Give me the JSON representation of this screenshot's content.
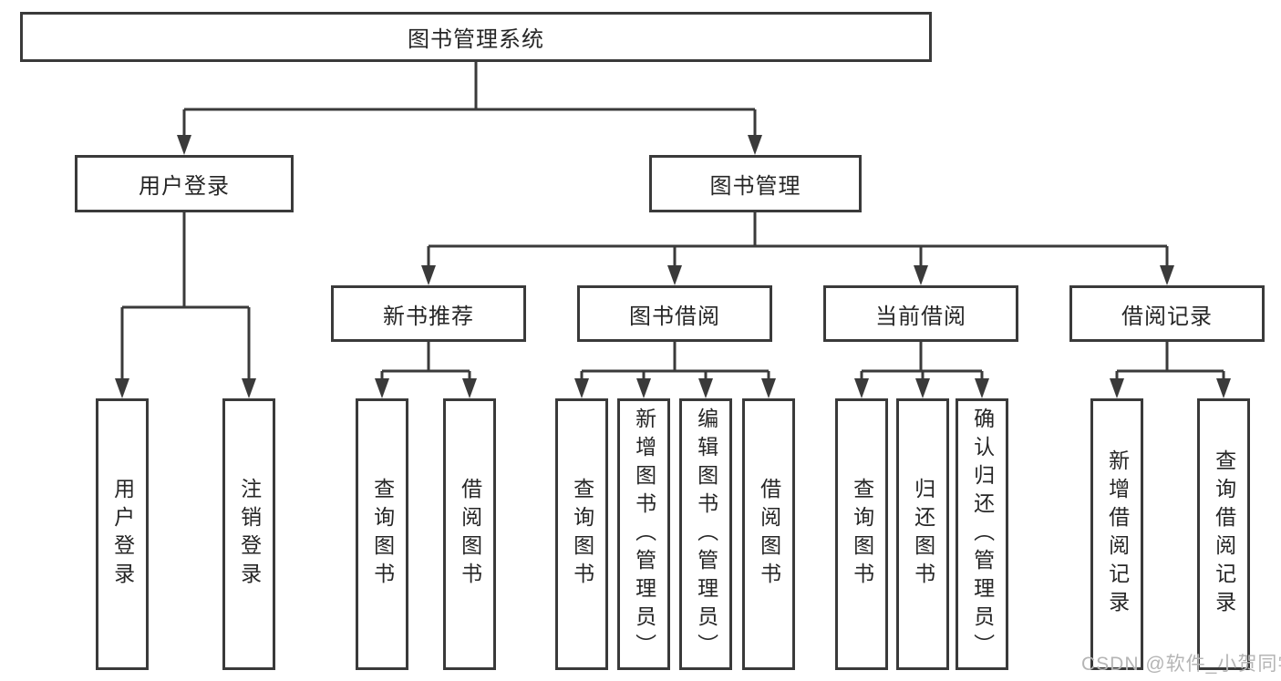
{
  "diagram": {
    "root": {
      "label": "图书管理系统"
    },
    "user_login": {
      "label": "用户登录",
      "children": [
        {
          "label": "用户登录"
        },
        {
          "label": "注销登录"
        }
      ]
    },
    "book_management": {
      "label": "图书管理",
      "children": [
        {
          "label": "新书推荐",
          "children": [
            {
              "label": "查询图书"
            },
            {
              "label": "借阅图书"
            }
          ]
        },
        {
          "label": "图书借阅",
          "children": [
            {
              "label": "查询图书"
            },
            {
              "label": "新增图书（管理员）"
            },
            {
              "label": "编辑图书（管理员）"
            },
            {
              "label": "借阅图书"
            }
          ]
        },
        {
          "label": "当前借阅",
          "children": [
            {
              "label": "查询图书"
            },
            {
              "label": "归还图书"
            },
            {
              "label": "确认归还（管理员）"
            }
          ]
        },
        {
          "label": "借阅记录",
          "children": [
            {
              "label": "新增借阅记录"
            },
            {
              "label": "查询借阅记录"
            }
          ]
        }
      ]
    }
  },
  "watermark": {
    "text": "CSDN @软件_小贺同学"
  },
  "colors": {
    "line": "#3a3a3a",
    "box_border": "#3a3a3a",
    "text": "#262626",
    "watermark": "#b5b5b5",
    "background": "#ffffff"
  }
}
